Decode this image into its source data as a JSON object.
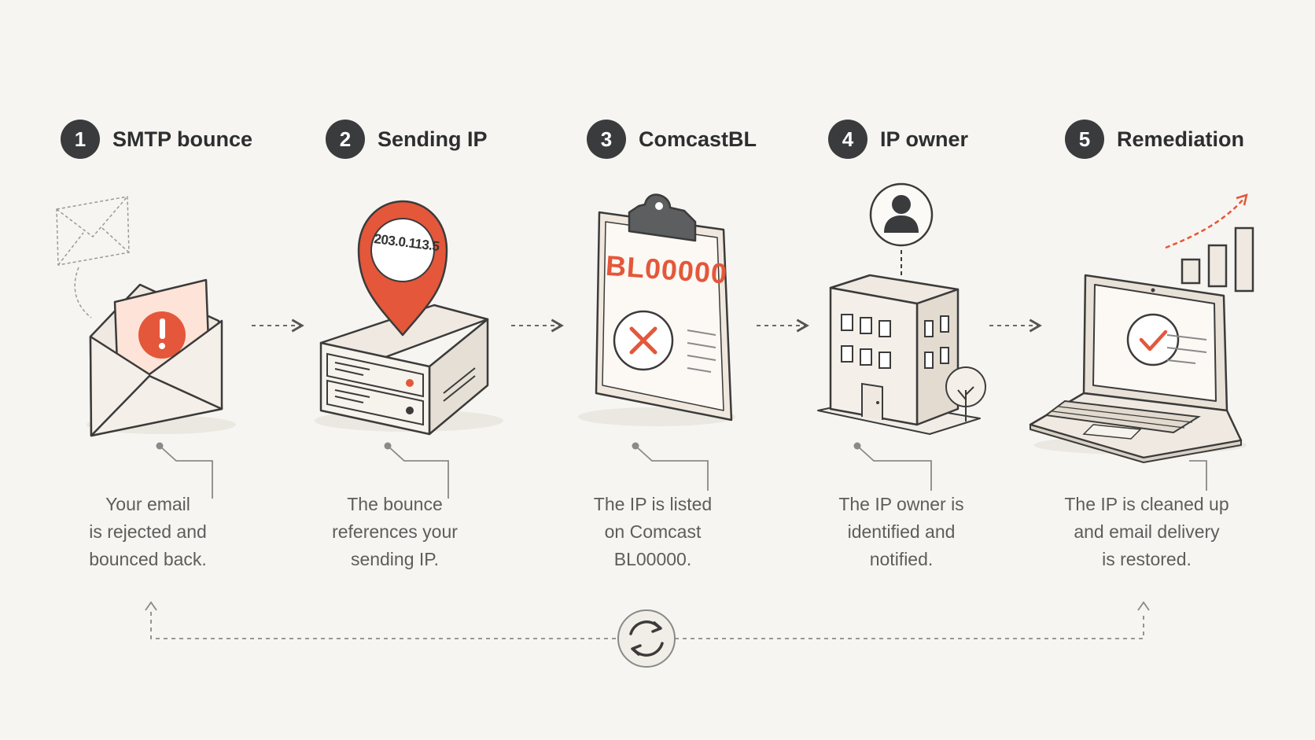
{
  "steps": [
    {
      "number": "1",
      "title": "SMTP bounce",
      "description": [
        "Your email",
        "is rejected and",
        "bounced back."
      ]
    },
    {
      "number": "2",
      "title": "Sending IP",
      "description": [
        "The bounce",
        "references your",
        "sending IP."
      ]
    },
    {
      "number": "3",
      "title": "ComcastBL",
      "description": [
        "The IP is listed",
        "on Comcast",
        "BL00000."
      ]
    },
    {
      "number": "4",
      "title": "IP owner",
      "description": [
        "The IP owner is",
        "identified and",
        "notified."
      ]
    },
    {
      "number": "5",
      "title": "Remediation",
      "description": [
        "The IP is cleaned up",
        "and email delivery",
        "is restored."
      ]
    }
  ],
  "ip_address": "203.0.113.5",
  "blocklist_code": "BL00000",
  "icons": {
    "step1": "envelope-alert-icon",
    "step2": "server-location-pin-icon",
    "step3": "clipboard-blocklist-icon",
    "step4": "office-building-owner-icon",
    "step5": "laptop-check-growth-icon",
    "loop": "refresh-cycle-icon"
  },
  "colors": {
    "accent": "#e4573a",
    "dark": "#3a3b3d",
    "background": "#f7f5f1",
    "text": "#5d5d5d"
  }
}
